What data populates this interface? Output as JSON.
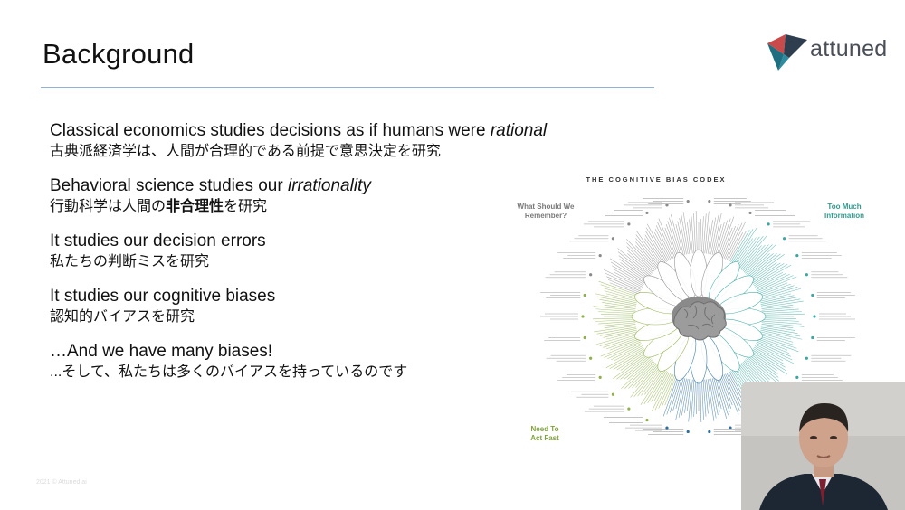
{
  "slide": {
    "title": "Background",
    "logo_text": "attuned",
    "footer": "2021 © Attuned.ai",
    "bullets": [
      {
        "en_pre": "Classical economics studies decisions as if humans were ",
        "en_em": "rational",
        "en_post": "",
        "jp_pre": "古典派経済学は、人間が合理的である前提で意思決定を研究",
        "jp_bold": "",
        "jp_post": ""
      },
      {
        "en_pre": "Behavioral science studies our ",
        "en_em": "irrationality",
        "en_post": "",
        "jp_pre": "行動科学は人間の",
        "jp_bold": "非合理性",
        "jp_post": "を研究"
      },
      {
        "en_pre": "It studies our decision errors",
        "en_em": "",
        "en_post": "",
        "jp_pre": "私たちの判断ミスを研究",
        "jp_bold": "",
        "jp_post": ""
      },
      {
        "en_pre": "It studies our cognitive biases",
        "en_em": "",
        "en_post": "",
        "jp_pre": "認知的バイアスを研究",
        "jp_bold": "",
        "jp_post": ""
      },
      {
        "en_pre": "…And we have many biases!",
        "en_em": "",
        "en_post": "",
        "jp_pre": "...そして、私たちは多くのバイアスを持っているのです",
        "jp_bold": "",
        "jp_post": ""
      }
    ]
  },
  "codex": {
    "title": "THE COGNITIVE BIAS CODEX",
    "quadrants": {
      "top_left": "What Should We\nRemember?",
      "top_right": "Too Much\nInformation",
      "bottom_left": "Need To\nAct Fast"
    },
    "colors": {
      "green": "#8fb04a",
      "teal": "#3aa7a0",
      "blue": "#2f6f9e",
      "gray": "#8a8a8a"
    }
  },
  "brand": {
    "logo_dark": "#2f3e4e",
    "logo_teal": "#2c8c9e",
    "logo_red": "#c94a4a"
  }
}
